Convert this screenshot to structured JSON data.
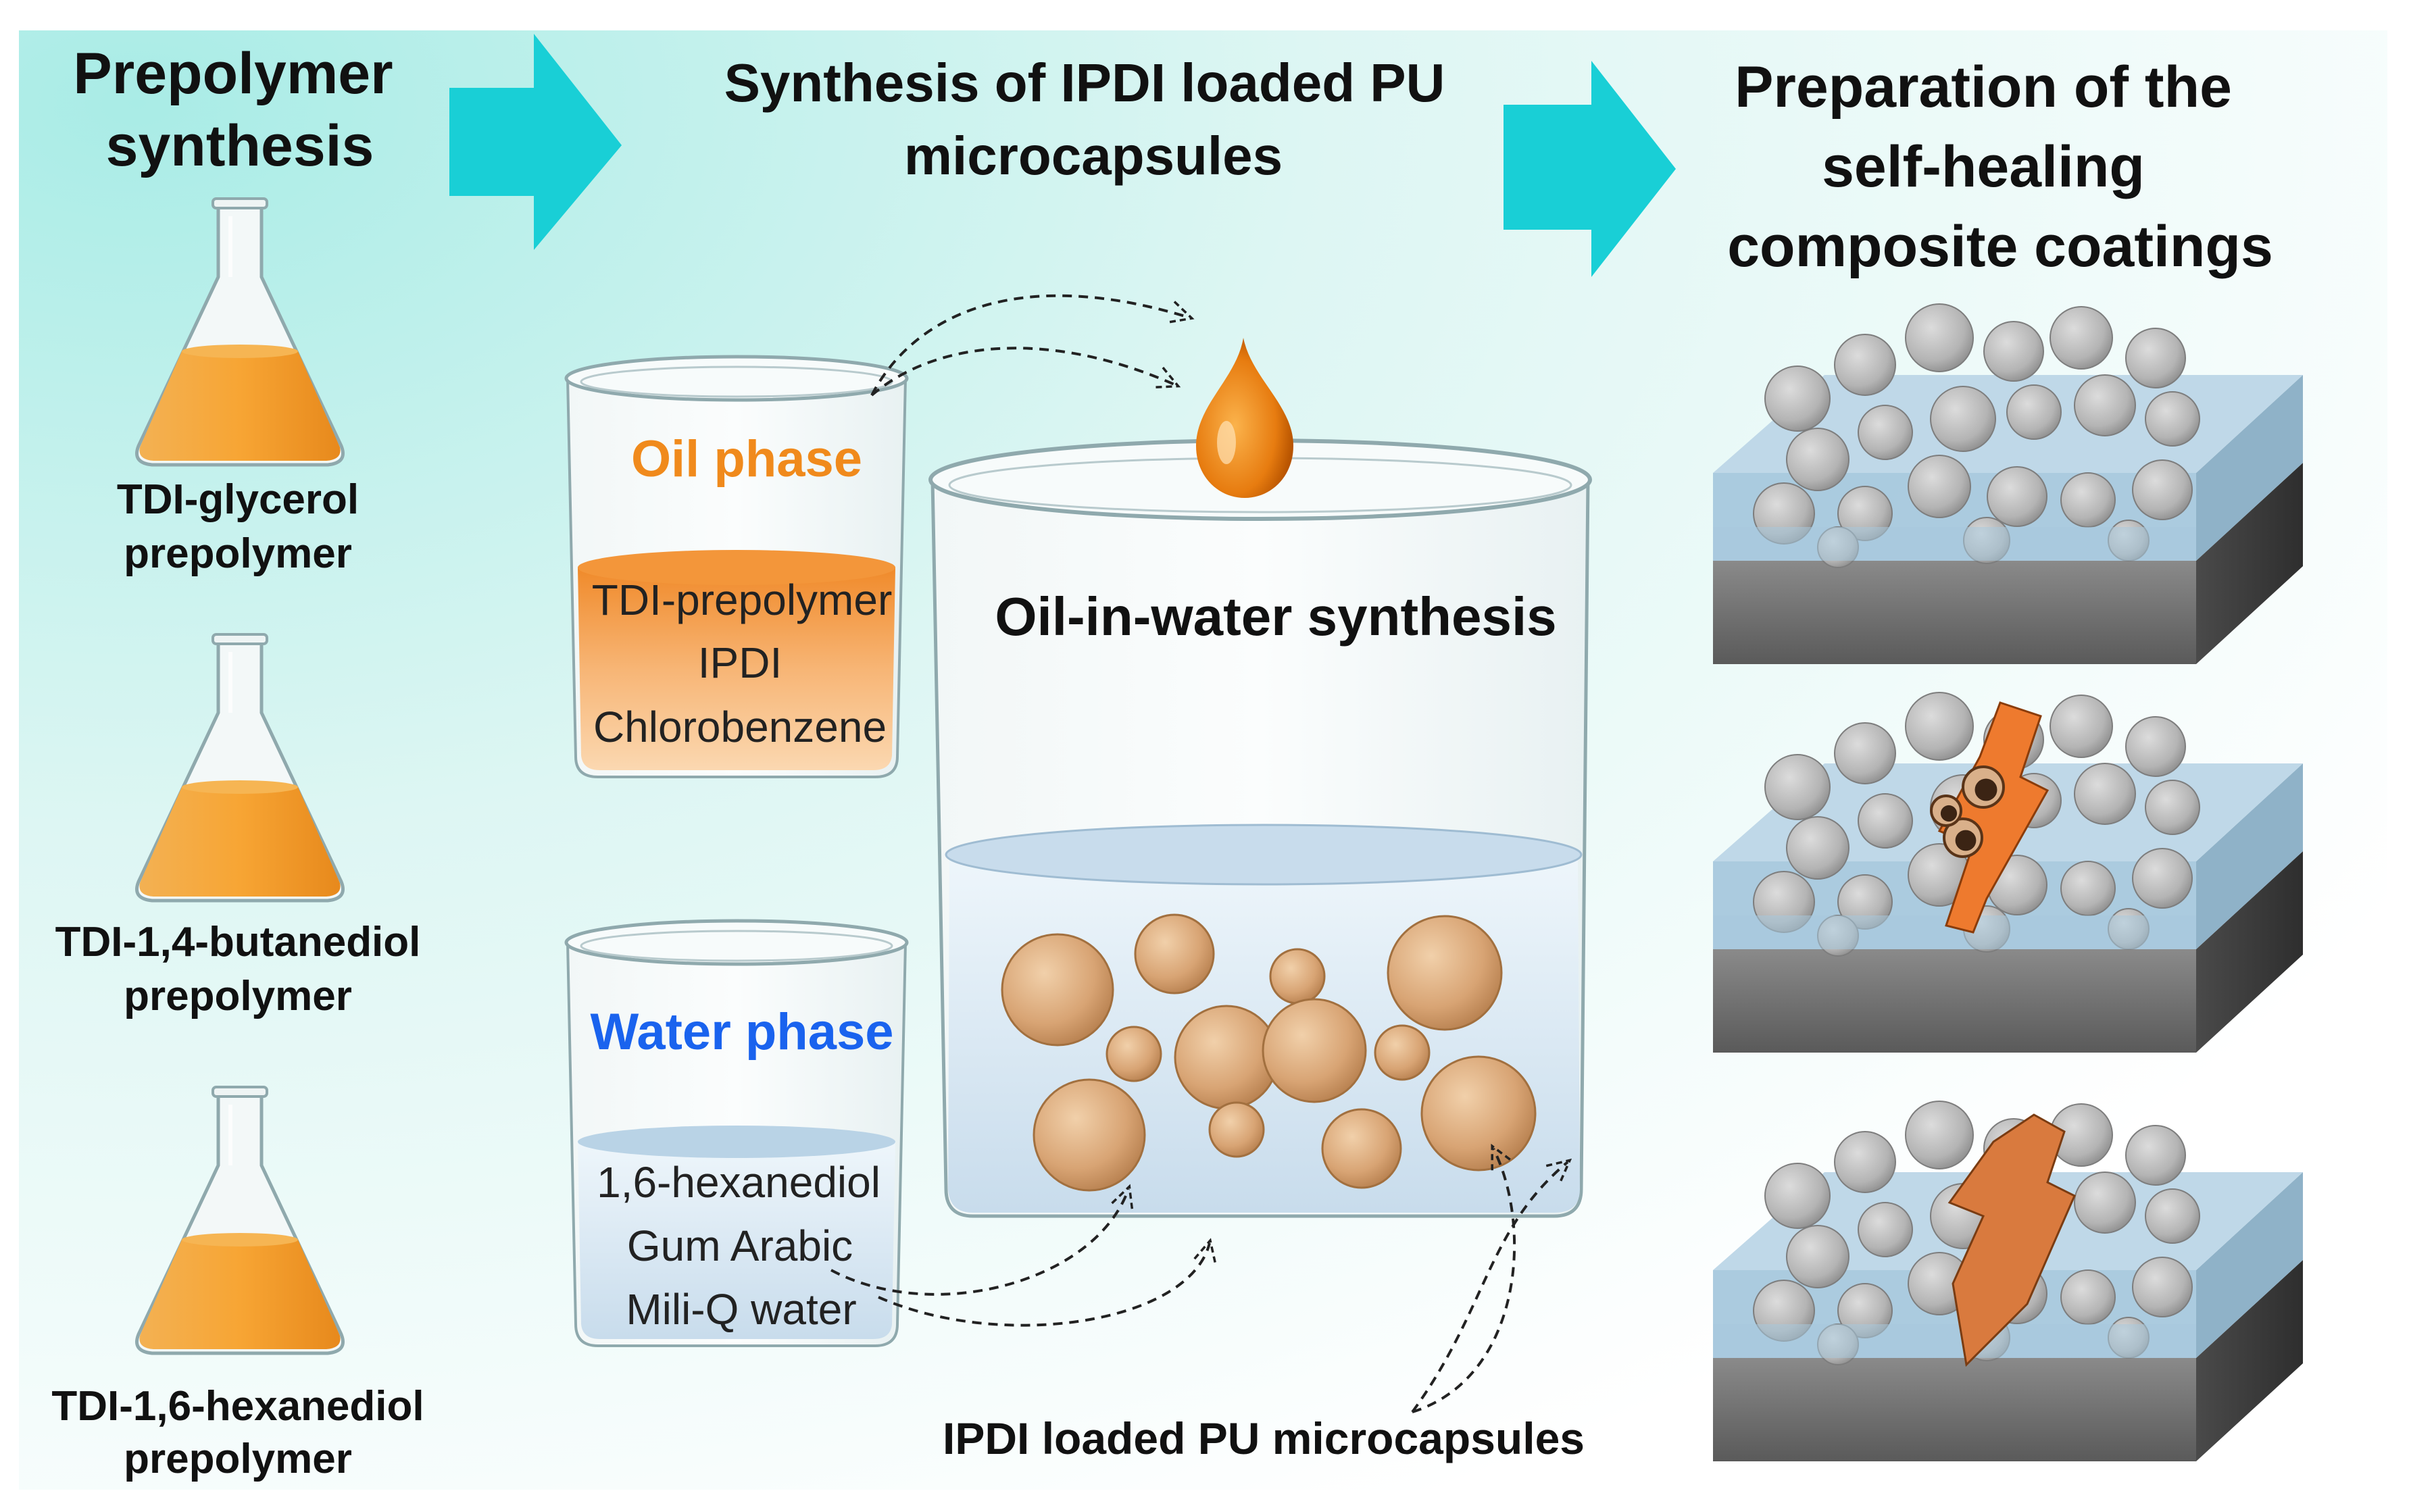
{
  "headings": {
    "col1": [
      "Prepolymer",
      "synthesis"
    ],
    "col2": [
      "Synthesis of IPDI loaded PU",
      "microcapsules"
    ],
    "col3": [
      "Preparation of the",
      "self-healing",
      "composite coatings"
    ]
  },
  "flasks": [
    {
      "label": [
        "TDI-glycerol",
        "prepolymer"
      ]
    },
    {
      "label": [
        "TDI-1,4-butanediol",
        "prepolymer"
      ]
    },
    {
      "label": [
        "TDI-1,6-hexanediol",
        "prepolymer"
      ]
    }
  ],
  "oil_beaker": {
    "title": "Oil phase",
    "contents": [
      "TDI-prepolymer",
      "IPDI",
      "Chlorobenzene"
    ]
  },
  "water_beaker": {
    "title": "Water phase",
    "contents": [
      "1,6-hexanediol",
      "Gum Arabic",
      "Mili-Q water"
    ]
  },
  "main_beaker": {
    "label": "Oil-in-water synthesis"
  },
  "microcapsule_label": "IPDI loaded PU microcapsules",
  "colors": {
    "background_tint": "#d2f4f2",
    "arrow": "#19cfd6",
    "oil_orange": "#f39a2a",
    "oil_title": "#f08a1c",
    "water_title": "#1a63ee",
    "capsule": "#d5a06e",
    "coating_blue": "#a7c8dd",
    "substrate_grey": "#6d6d6d",
    "crack_orange": "#e2742e"
  },
  "icons": {
    "flask": "erlenmeyer-flask-icon",
    "drop": "oil-drop-icon",
    "arrow": "process-arrow-icon"
  }
}
